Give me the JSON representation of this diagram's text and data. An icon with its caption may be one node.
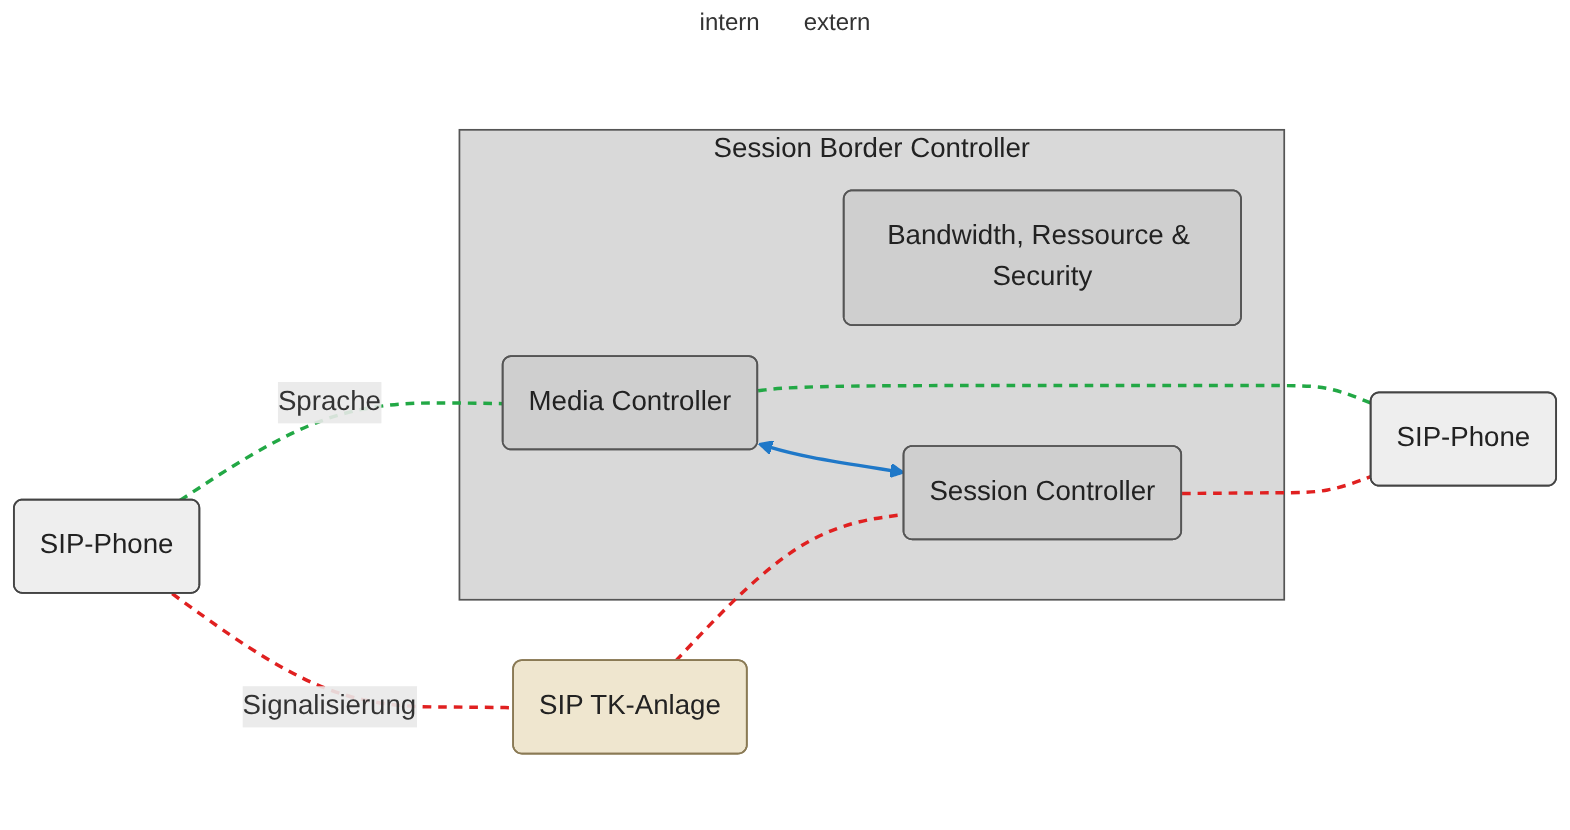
{
  "diagram": {
    "nodes": [
      {
        "text": [
          "SIP-Phone"
        ]
      },
      {
        "text": [
          "SIP TK-Anlage"
        ]
      },
      {
        "text": [
          "Session Border Controller"
        ]
      },
      {
        "text": [
          "Media Controller"
        ],
        "in": 2
      },
      {
        "text": [
          "Bandwidth, Ressource & Security"
        ],
        "in": 2
      },
      {
        "text": [
          "Session Controller"
        ],
        "in": 2
      },
      {
        "text": [
          "SIP-Phone"
        ]
      }
    ],
    "edges": [
      {
        "from": 0,
        "to": 3,
        "arrow": "none",
        "label": "Sprache",
        "style": "dashed",
        "color": "#22a845"
      },
      {
        "from": 3,
        "to": 6,
        "arrow": "none",
        "style": "dashed",
        "color": "#22a845"
      },
      {
        "from": 0,
        "to": 1,
        "arrow": "none",
        "label": "Signalisierung",
        "style": "dashed",
        "color": "#e02020"
      },
      {
        "from": 1,
        "to": 5,
        "arrow": "none",
        "style": "dashed",
        "color": "#e02020"
      },
      {
        "from": 5,
        "to": 6,
        "arrow": "none",
        "style": "dashed",
        "color": "#e02020"
      },
      {
        "from": 3,
        "to": 5,
        "arrow": "both",
        "color": "#1f78c8"
      }
    ],
    "labels": [
      "intern",
      "extern"
    ]
  }
}
